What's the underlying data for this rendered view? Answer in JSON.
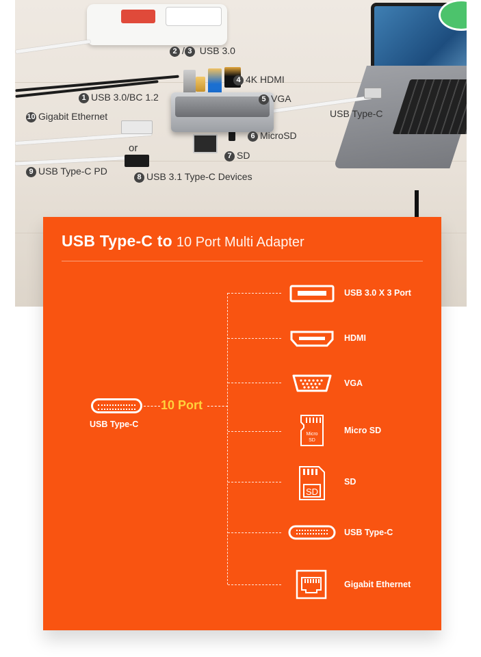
{
  "photo": {
    "labels": {
      "usb30_pair": {
        "num_a": "2",
        "sep": "/",
        "num_b": "3",
        "text": "USB 3.0"
      },
      "hdmi": {
        "num": "4",
        "text": "4K HDMI"
      },
      "usb30_bc": {
        "num": "1",
        "text": "USB 3.0/BC 1.2"
      },
      "vga": {
        "num": "5",
        "text": "VGA"
      },
      "ethernet": {
        "num": "10",
        "text": "Gigabit Ethernet"
      },
      "usbc_host": {
        "text": "USB Type-C"
      },
      "microsd": {
        "num": "6",
        "text": "MicroSD"
      },
      "or": {
        "text": "or"
      },
      "sd": {
        "num": "7",
        "text": "SD"
      },
      "usbc_pd": {
        "num": "9",
        "text": "USB Type-C PD"
      },
      "usb31": {
        "num": "8",
        "text": "USB 3.1 Type-C Devices"
      }
    }
  },
  "panel": {
    "title_bold": "USB Type-C to",
    "title_light": "10 Port Multi Adapter",
    "source_label": "USB Type-C",
    "port_count": "10 Port",
    "ports": [
      {
        "icon": "usb-a-icon",
        "label": "USB 3.0 X 3 Port"
      },
      {
        "icon": "hdmi-icon",
        "label": "HDMI"
      },
      {
        "icon": "vga-icon",
        "label": "VGA"
      },
      {
        "icon": "microsd-icon",
        "label": "Micro SD",
        "icon_text_1": "Micro",
        "icon_text_2": "SD"
      },
      {
        "icon": "sd-card-icon",
        "label": "SD",
        "icon_text": "SD"
      },
      {
        "icon": "usb-c-icon",
        "label": "USB Type-C"
      },
      {
        "icon": "ethernet-icon",
        "label": "Gigabit Ethernet"
      }
    ]
  },
  "colors": {
    "panel": "#f95411",
    "accent_text": "#ffd23c",
    "white": "#ffffff"
  }
}
